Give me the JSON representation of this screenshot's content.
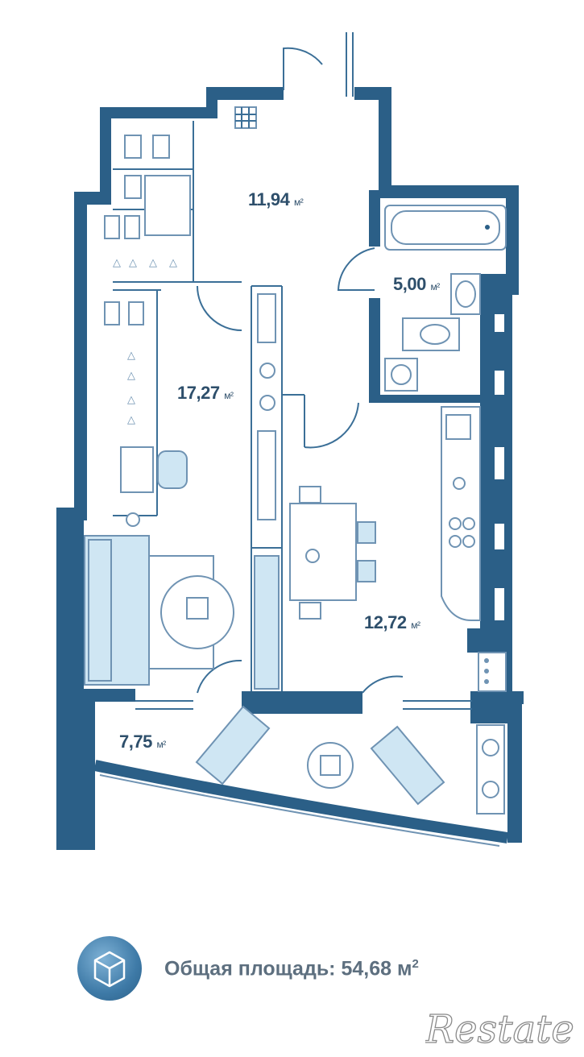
{
  "rooms": {
    "hall": {
      "area": "11,94",
      "unit": "м²"
    },
    "bathroom": {
      "area": "5,00",
      "unit": "м²"
    },
    "living": {
      "area": "17,27",
      "unit": "м²"
    },
    "kitchen": {
      "area": "12,72",
      "unit": "м²"
    },
    "balcony": {
      "area": "7,75",
      "unit": "м²"
    }
  },
  "legend": {
    "label": "Общая площадь:",
    "value": "54,68",
    "unit": "м",
    "unit_sup": "2",
    "icon": "cube-3d-icon"
  },
  "watermark": {
    "text": "Restate"
  },
  "colors": {
    "wall": "#2b5f87",
    "furniture_fill": "#cfe6f3",
    "furniture_stroke": "#6f93b3",
    "label_text": "#2e4f6b"
  }
}
